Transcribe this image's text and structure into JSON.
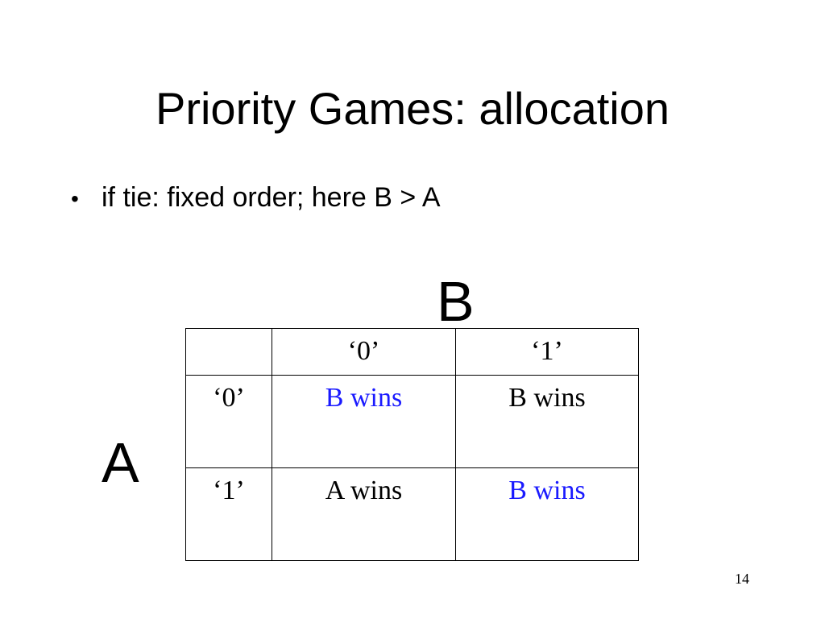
{
  "slide": {
    "title": "Priority Games: allocation",
    "bullets": [
      {
        "marker": "•",
        "text": "if tie: fixed order; here B > A"
      }
    ],
    "column_player": "B",
    "row_player": "A",
    "page_number": "14"
  },
  "table": {
    "header": [
      "",
      "‘0’",
      "‘1’"
    ],
    "rows": [
      {
        "label": "‘0’",
        "cells": [
          "B wins",
          "B wins"
        ]
      },
      {
        "label": "‘1’",
        "cells": [
          "A wins",
          "B wins"
        ]
      }
    ]
  },
  "colors": {
    "background": "#ffffff",
    "text": "#000000",
    "highlight": "#1a1aff"
  }
}
